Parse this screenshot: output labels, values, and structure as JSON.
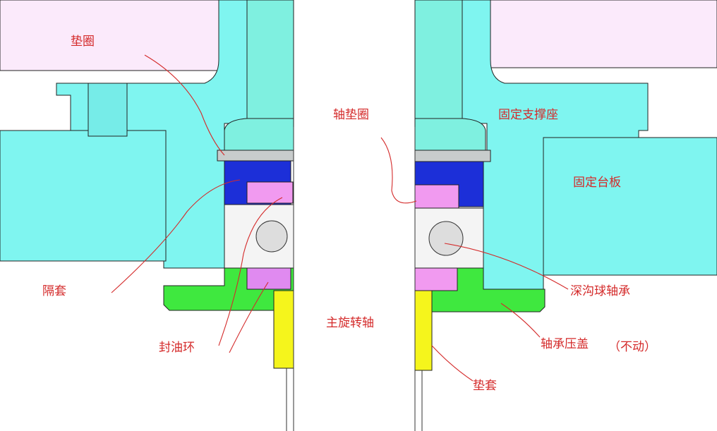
{
  "labels": {
    "washer": "垫圈",
    "shaft_washer": "轴垫圈",
    "fixed_support_seat": "固定支撑座",
    "fixed_platen": "固定台板",
    "spacer_sleeve": "隔套",
    "deep_groove_ball_bearing": "深沟球轴承",
    "main_rotating_shaft": "主旋转轴",
    "oil_seal_ring": "封油环",
    "bearing_cover": "轴承压盖",
    "stationary_note": "（不动）",
    "pad_sleeve": "垫套"
  },
  "colors": {
    "housing": "#7ff5f0",
    "shaft": "#7ff0e0",
    "top_region": "#fbeafb",
    "spacer_blue": "#1c2fd8",
    "seal_pink": "#f19af0",
    "cover_green": "#3fe83f",
    "pad_yellow": "#f5f51c",
    "washer_gray": "#c8cccc",
    "label_red": "#d42a2a"
  }
}
